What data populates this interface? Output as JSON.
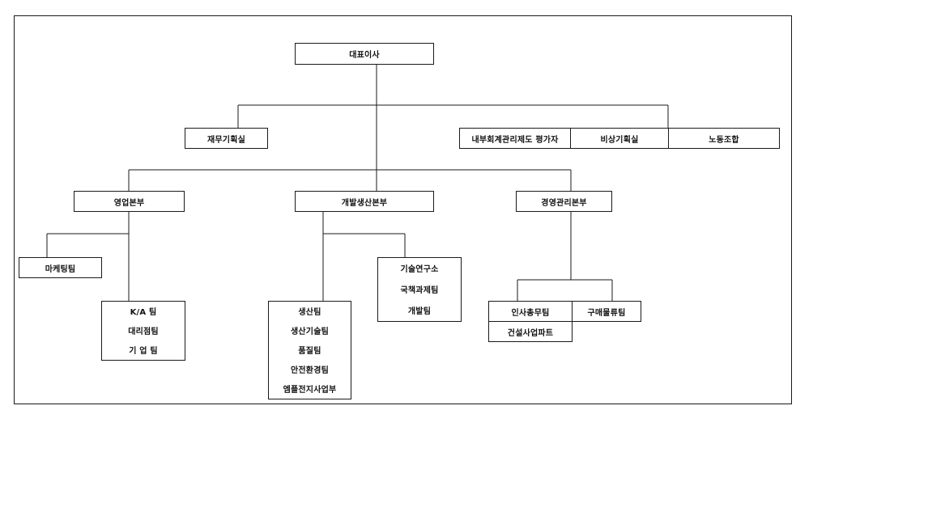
{
  "org": {
    "ceo": "대표이사",
    "finance_office": "재무기획실",
    "internal_auditor": "내부회계관리제도 평가자",
    "emergency_office": "비상기획실",
    "labor_union": "노동조합",
    "sales_hq": "영업본부",
    "dev_prod_hq": "개발생산본부",
    "mgmt_hq": "경영관리본부",
    "marketing_team": "마케팅팀",
    "ka_team": "K/A 팀",
    "agency_team": "대리점팀",
    "corporate_team": "기 업 팀",
    "production_team": "생산팀",
    "prod_tech_team": "생산기술팀",
    "quality_team": "품질팀",
    "safety_env_team": "안전환경팀",
    "embol_battery": "엠플전지사업부",
    "tech_lab": "기술연구소",
    "national_project_team": "국책과제팀",
    "development_team": "개발팀",
    "hr_admin_team": "인사총무팀",
    "purchasing_team": "구매물류팀",
    "construction_part": "건설사업파트"
  }
}
